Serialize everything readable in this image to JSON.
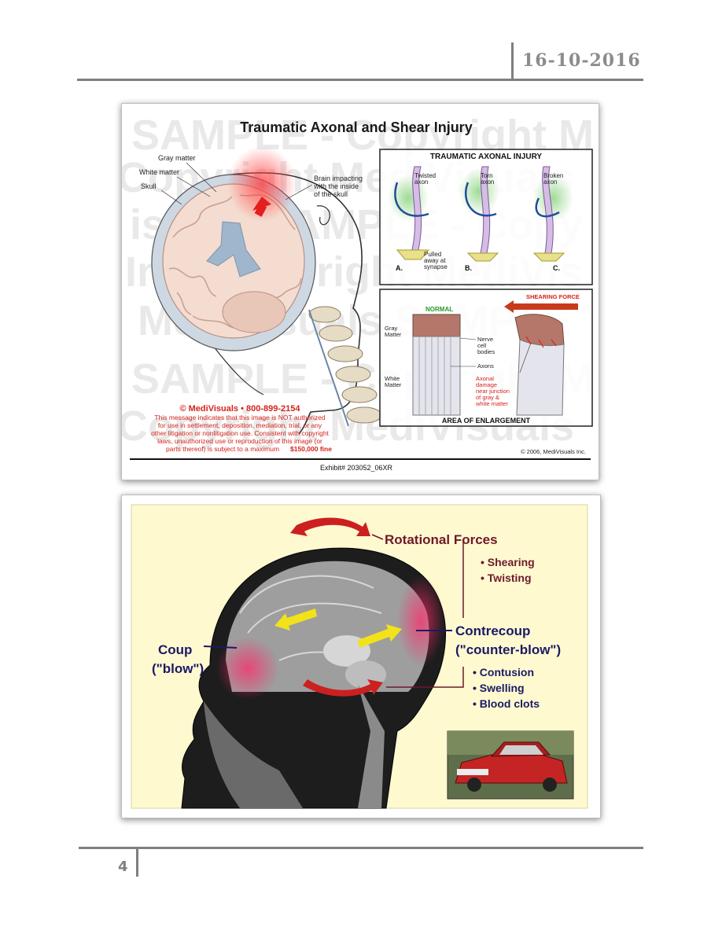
{
  "header": {
    "date": "16-10-2016"
  },
  "footer": {
    "page_number": "4"
  },
  "figure1": {
    "watermark_lines": [
      "SAMPLE - Copyright M",
      "Copyright MediVisuals",
      "is Inc. SAMPLE - Copy",
      "Inc. Copyright MediVis",
      "MediVisuals SAMPLE",
      "SAMPLE - Copyright M",
      "Copyright MediVisuals"
    ],
    "title": "Traumatic Axonal and Shear Injury",
    "labels": {
      "gray_matter": "Gray matter",
      "white_matter": "White matter",
      "skull": "Skull",
      "brain_impacting": [
        "Brain impacting",
        "with the inside",
        "of the skull"
      ]
    },
    "inset_top": {
      "title": "TRAUMATIC AXONAL INJURY",
      "twisted": [
        "Twisted",
        "axon"
      ],
      "torn": [
        "Torn",
        "axon"
      ],
      "broken": [
        "Broken",
        "axon"
      ],
      "pulled": [
        "Pulled",
        "away at",
        "synapse"
      ],
      "panel_a": "A.",
      "panel_b": "B.",
      "panel_c": "C."
    },
    "inset_bottom": {
      "shearing_force": "SHEARING FORCE",
      "normal": "NORMAL",
      "gray_matter": [
        "Gray",
        "Matter"
      ],
      "white_matter": [
        "White",
        "Matter"
      ],
      "nerve_cell_bodies": [
        "Nerve",
        "cell",
        "bodies"
      ],
      "axons": "Axons",
      "axonal_damage": [
        "Axonal",
        "damage",
        "near junction",
        "of gray &",
        "white matter"
      ],
      "area_title": "AREA OF ENLARGEMENT"
    },
    "copyright_line": "© MediVisuals • 800-899-2154",
    "disclaimer": [
      "This message indicates that this image is NOT authorized",
      "for use in settlement, deposition, mediation, trial, or any",
      "other litigation or nonlitigation use. Consistent with copyright",
      "laws, unauthorized use or reproduction of this image (or",
      "parts thereof) is subject to a maximum"
    ],
    "fine": "$150,000 fine",
    "copyright_small": "© 2006, MediVisuals Inc.",
    "exhibit": "Exhibit# 203052_06XR"
  },
  "figure2": {
    "rotational_forces": "Rotational Forces",
    "rot_bullets": [
      "• Shearing",
      "• Twisting"
    ],
    "coup": "Coup",
    "coup_sub": "(\"blow\")",
    "contrecoup": "Contrecoup",
    "contrecoup_sub": "(\"counter-blow\")",
    "effects": [
      "• Contusion",
      "• Swelling",
      "• Blood clots"
    ]
  }
}
